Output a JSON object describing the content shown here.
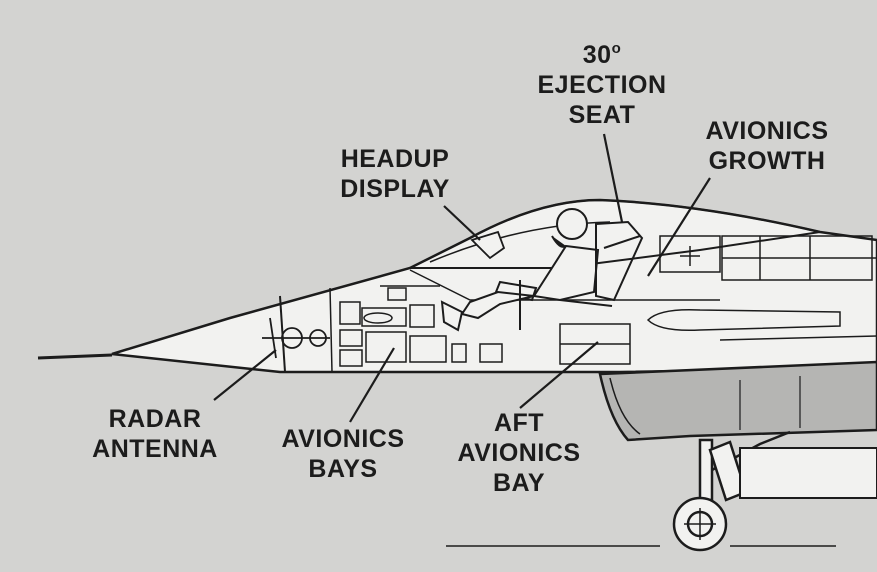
{
  "labels": {
    "ejection_seat": {
      "angle": "30",
      "degree_mark": "o",
      "line1": "EJECTION",
      "line2": "SEAT"
    },
    "avionics_growth": {
      "line1": "AVIONICS",
      "line2": "GROWTH"
    },
    "headup_display": {
      "line1": "HEADUP",
      "line2": "DISPLAY"
    },
    "radar_antenna": {
      "line1": "RADAR",
      "line2": "ANTENNA"
    },
    "avionics_bays": {
      "line1": "AVIONICS",
      "line2": "BAYS"
    },
    "aft_avionics_bay": {
      "line1": "AFT",
      "line2": "AVIONICS",
      "line3": "BAY"
    }
  },
  "colors": {
    "background": "#d3d3d1",
    "ink": "#1c1c1c",
    "airframe_fill": "#f2f2f0",
    "shaded": "#b5b5b3"
  }
}
